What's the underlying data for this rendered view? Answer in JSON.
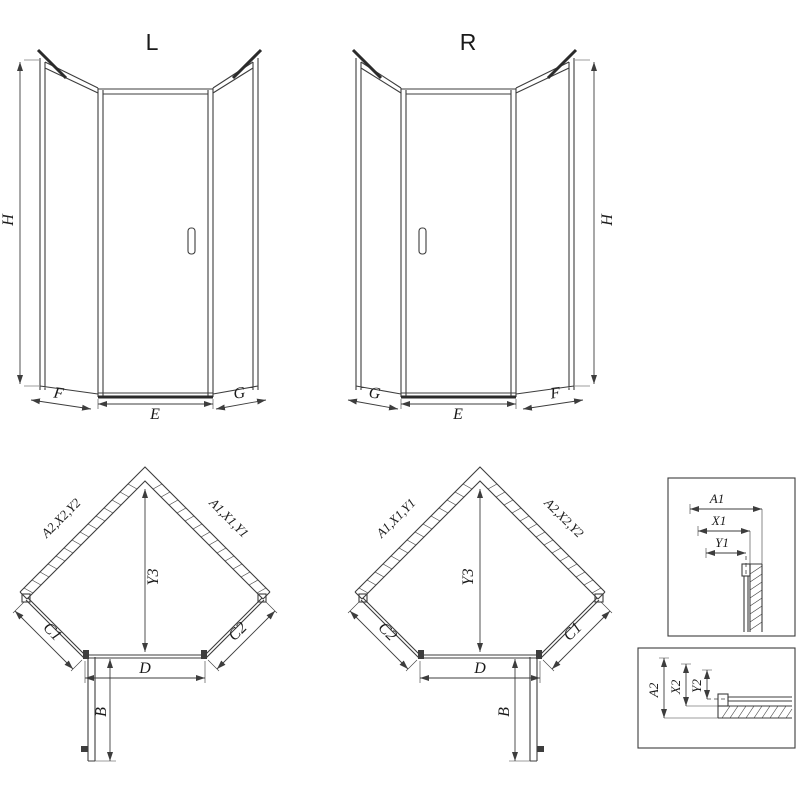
{
  "front_left": {
    "view_label": "L",
    "dim_height": "H",
    "dim_left": "F",
    "dim_center": "E",
    "dim_right": "G"
  },
  "front_right": {
    "view_label": "R",
    "dim_height": "H",
    "dim_left": "G",
    "dim_center": "E",
    "dim_right": "F"
  },
  "plan_left": {
    "wall_left_label": "A2,X2,Y2",
    "wall_right_label": "A1,X1,Y1",
    "dim_depth": "Y3",
    "dim_side_left": "C1",
    "dim_side_right": "C2",
    "dim_door": "D",
    "dim_door_open": "B"
  },
  "plan_right": {
    "wall_left_label": "A1,X1,Y1",
    "wall_right_label": "A2,X2,Y2",
    "dim_depth": "Y3",
    "dim_side_left": "C2",
    "dim_side_right": "C1",
    "dim_door": "D",
    "dim_door_open": "B"
  },
  "detail_top": {
    "dim_a": "A1",
    "dim_x": "X1",
    "dim_y": "Y1"
  },
  "detail_bottom": {
    "dim_a": "A2",
    "dim_x": "X2",
    "dim_y": "Y2"
  },
  "colors": {
    "line": "#3d3d3d",
    "text": "#1a1a1a",
    "background": "#ffffff"
  }
}
